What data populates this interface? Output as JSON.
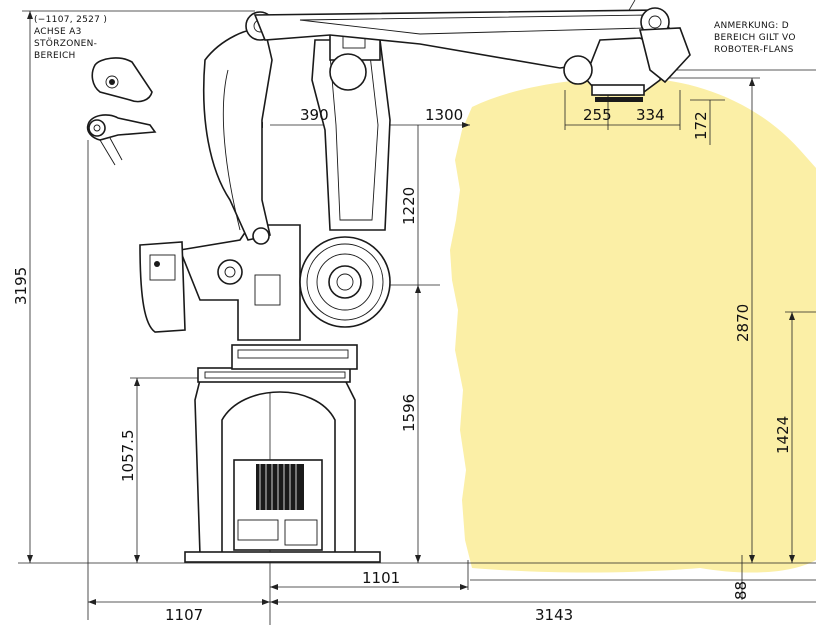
{
  "notes": {
    "a3_coordinate": "(−1107, 2527 )",
    "a3_line1": "ACHSE A3",
    "a3_line2": "STÖRZONEN-",
    "a3_line3": "BEREICH",
    "anmerkung_line1": "ANMERKUNG: D",
    "anmerkung_line2": "BEREICH GILT VO",
    "anmerkung_line3": "ROBOTER-FLANS"
  },
  "dimensions": {
    "d390": "390",
    "d1300": "1300",
    "d255": "255",
    "d334": "334",
    "d172": "172",
    "d1220": "1220",
    "d3195": "3195",
    "d2870": "2870",
    "d1596": "1596",
    "d1057_5": "1057.5",
    "d1424": "1424",
    "d1101": "1101",
    "d88": "88",
    "d1107": "1107",
    "d3143": "3143"
  },
  "colors": {
    "work_envelope": "#fbefa6",
    "line": "#1a1a1a",
    "background": "#ffffff"
  }
}
